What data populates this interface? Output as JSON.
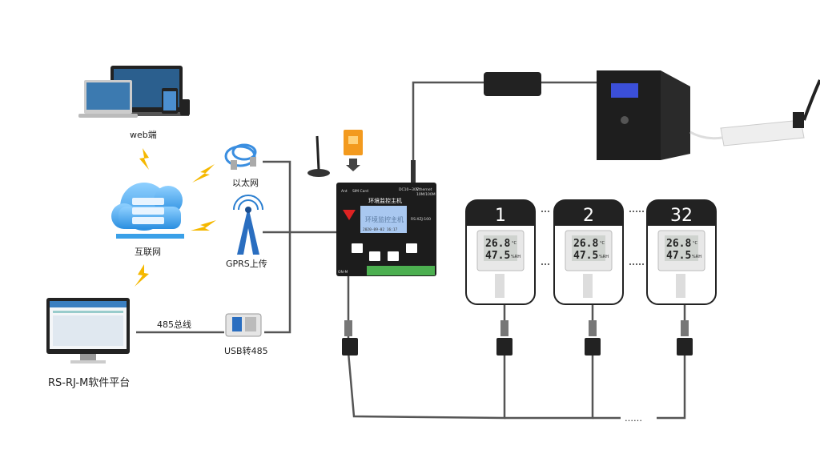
{
  "labels": {
    "web": "web端",
    "internet": "互联网",
    "ethernet": "以太网",
    "gprs": "GPRS上传",
    "bus485": "485总线",
    "usb485": "USB转485",
    "platform": "RS-RJ-M软件平台",
    "dots": "……"
  },
  "controller": {
    "title": "环境监控主机",
    "screen_text": "环境监控主机",
    "datetime": "2020-09-02 16:17",
    "model": "RS-XZJ-100",
    "ant": "Ant",
    "sim": "SIM Card",
    "power": "DC10~30V",
    "ethernet": "Ethernet",
    "speed": "10M/100M",
    "onm": "ON-M"
  },
  "sensors": [
    {
      "number": "1",
      "temperature": "26.8",
      "humidity": "47.5"
    },
    {
      "number": "2",
      "temperature": "26.8",
      "humidity": "47.5"
    },
    {
      "number": "32",
      "temperature": "26.8",
      "humidity": "47.5"
    }
  ],
  "units": {
    "temp": "°C",
    "hum": "%RH"
  },
  "colors": {
    "lightning": "#f5b800",
    "cloud": "#3aa0e8",
    "cable": "#555555",
    "sim": "#f39a1e",
    "lcd": "#a9c8f0"
  }
}
